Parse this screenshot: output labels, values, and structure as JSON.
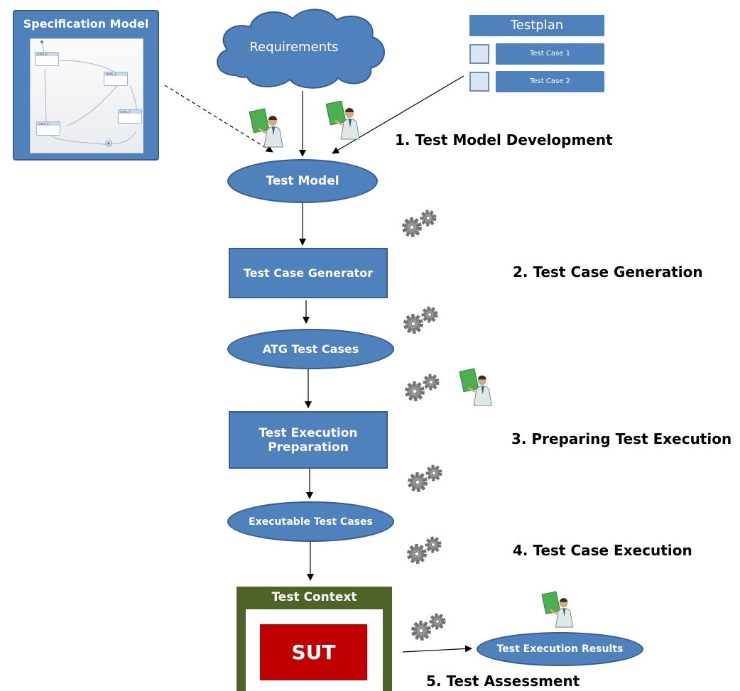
{
  "specification_model": {
    "title": "Specification Model",
    "states": [
      "state_0",
      "state_1",
      "state_2",
      "state_3"
    ]
  },
  "requirements": {
    "label": "Requirements"
  },
  "testplan": {
    "title": "Testplan",
    "cases": [
      "Test Case 1",
      "Test Case 2"
    ]
  },
  "nodes": {
    "test_model": "Test Model",
    "test_case_generator": "Test Case Generator",
    "atg_test_cases": "ATG Test Cases",
    "test_execution_preparation_line1": "Test Execution",
    "test_execution_preparation_line2": "Preparation",
    "executable_test_cases": "Executable Test Cases",
    "test_context": "Test Context",
    "sut": "SUT",
    "test_execution_results": "Test Execution Results"
  },
  "phases": [
    "1. Test Model Development",
    "2. Test Case Generation",
    "3. Preparing Test Execution",
    "4. Test Case Execution",
    "5. Test Assessment"
  ],
  "icons": {
    "human_activity": "human-presenter-icon",
    "automated_activity": "gears-icon"
  },
  "colors": {
    "node_fill": "#4f81bd",
    "node_border": "#385d8a",
    "context": "#4f6228",
    "sut": "#c00000"
  }
}
